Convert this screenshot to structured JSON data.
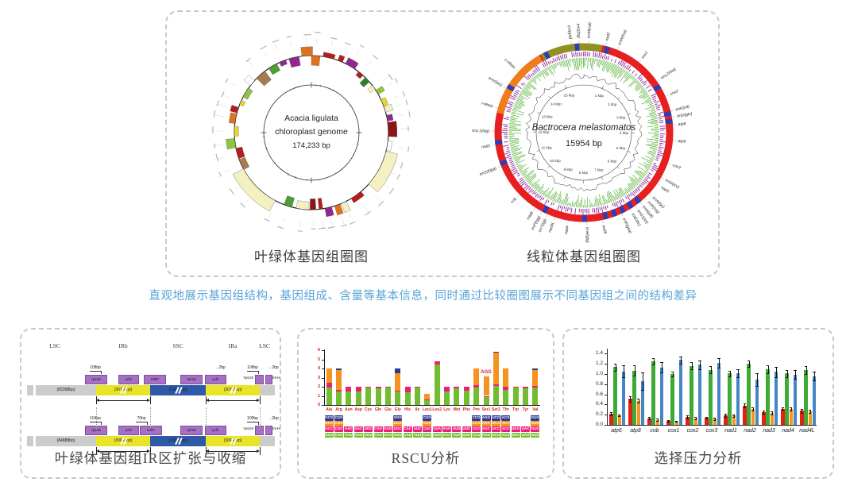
{
  "tagline": "直观地展示基因组结构，基因组成、含量等基本信息，同时通过比较圈图展示不同基因组之间的结构差异",
  "colors": {
    "tagline_blue": "#58a5d8",
    "dashed_border": "#c9c9c9",
    "mito_ring_red": "#e62020",
    "mito_rrna_orange": "#ee7d1a",
    "mito_cr_olive": "#8f9222",
    "mito_trna_blue": "#2f3db2",
    "mito_gc_purple": "#9637a4",
    "mito_gc_green": "#4fae2e",
    "ir_yellow": "#e9e428",
    "ir_blue": "#2d59a7",
    "ir_gray": "#cccccc",
    "ir_purple": "#a671c4"
  },
  "top_panel": {
    "chloroplast": {
      "center_lines": [
        "Acacia ligulata",
        "chloroplast genome",
        "174,233 bp"
      ],
      "caption": "叶绿体基因组圈图"
    },
    "mito": {
      "species": "Bactrocera melastomatos",
      "size": "15954 bp",
      "caption": "线粒体基因组圈图",
      "kbp_unit": "kbp",
      "kbp_count": 15,
      "gene_labels": [
        {
          "t": "trnI(gat)",
          "a": 352
        },
        {
          "t": "trnQ(ttg)",
          "a": 357
        },
        {
          "t": "trnM(cat)",
          "a": 3
        },
        {
          "t": "nad2",
          "a": 14
        },
        {
          "t": "trnW(tca)",
          "a": 22
        },
        {
          "t": "cox1",
          "a": 38
        },
        {
          "t": "trnL2(taa)",
          "a": 55
        },
        {
          "t": "cox2",
          "a": 66
        },
        {
          "t": "trnK(ctt)",
          "a": 76
        },
        {
          "t": "trnD(gtc)",
          "a": 80
        },
        {
          "t": "atp8",
          "a": 85
        },
        {
          "t": "atp6",
          "a": 95
        },
        {
          "t": "cox3",
          "a": 110
        },
        {
          "t": "trnG(tcc)",
          "a": 120
        },
        {
          "t": "nad3",
          "a": 125
        },
        {
          "t": "trnA(tgc)",
          "a": 133
        },
        {
          "t": "trnR(tcg)",
          "a": 137
        },
        {
          "t": "trnN(gtt)",
          "a": 141
        },
        {
          "t": "trnS1(tct)",
          "a": 145
        },
        {
          "t": "trnE(ttc)",
          "a": 149
        },
        {
          "t": "trnF(gaa)",
          "a": 155
        },
        {
          "t": "nad5",
          "a": 168
        },
        {
          "t": "trnH(gtg)",
          "a": 178
        },
        {
          "t": "nad4",
          "a": 190
        },
        {
          "t": "nad4L",
          "a": 199
        },
        {
          "t": "trnT(tgt)",
          "a": 204
        },
        {
          "t": "trnP(tgg)",
          "a": 208
        },
        {
          "t": "nad6",
          "a": 213
        },
        {
          "t": "cob",
          "a": 226
        },
        {
          "t": "trnS2(tga)",
          "a": 248
        },
        {
          "t": "nad1",
          "a": 262
        },
        {
          "t": "trnL1(tag)",
          "a": 271
        },
        {
          "t": "l-rRNA",
          "a": 286
        },
        {
          "t": "trnV(tac)",
          "a": 300
        },
        {
          "t": "s-rRNA",
          "a": 313
        }
      ]
    }
  },
  "ir_panel": {
    "caption": "叶绿体基因组IR区扩张与收缩",
    "headers": [
      {
        "t": "LSC",
        "x": 38
      },
      {
        "t": "IRb",
        "x": 124
      },
      {
        "t": "SSC",
        "x": 193
      },
      {
        "t": "IRa",
        "x": 262
      },
      {
        "t": "LSC",
        "x": 302
      }
    ],
    "rows": [
      {
        "barY": 56,
        "segments": [
          {
            "t": "",
            "c": "gray",
            "x": 3,
            "w": 8
          },
          {
            "t": "(83398bp)",
            "c": "gray",
            "x": 14,
            "w": 76
          },
          {
            "t": "(30766bp)",
            "c": "yellow",
            "x": 90,
            "w": 68
          },
          {
            "t": "(13212bp)",
            "c": "blue",
            "x": 158,
            "w": 70
          },
          {
            "t": "(30766bp)",
            "c": "yellow",
            "x": 228,
            "w": 68
          },
          {
            "t": "",
            "c": "gray",
            "x": 296,
            "w": 19
          }
        ],
        "genes": [
          {
            "t": "rps19",
            "x": 76,
            "w": 26
          },
          {
            "t": "ycf1",
            "x": 118,
            "w": 24
          },
          {
            "t": "ndhF",
            "x": 150,
            "w": 26
          },
          {
            "t": "rps15",
            "x": 196,
            "w": 26
          },
          {
            "t": "ycf1",
            "x": 227,
            "w": 25
          },
          {
            "t": "'rps19",
            "x": 290,
            "w": 9,
            "side": "left"
          },
          {
            "t": "trnH",
            "x": 303,
            "w": 7,
            "side": "right"
          }
        ],
        "notes": [
          {
            "t": "108bp",
            "x": 89
          },
          {
            "t": "2bp",
            "x": 246,
            "arrow": true
          },
          {
            "t": "108bp",
            "x": 287
          },
          {
            "t": "2bp",
            "x": 313,
            "arrow": true
          }
        ],
        "spans": [
          {
            "x1": 90,
            "x2": 158
          },
          {
            "x1": 228,
            "x2": 296
          }
        ]
      },
      {
        "barY": 120,
        "segments": [
          {
            "t": "",
            "c": "gray",
            "x": 3,
            "w": 8
          },
          {
            "t": "(84888bp)",
            "c": "gray",
            "x": 14,
            "w": 76
          },
          {
            "t": "(30684bp)",
            "c": "yellow",
            "x": 90,
            "w": 68
          },
          {
            "t": "(13343bp)",
            "c": "blue",
            "x": 158,
            "w": 70
          },
          {
            "t": "(30684bp)",
            "c": "yellow",
            "x": 228,
            "w": 68
          },
          {
            "t": "",
            "c": "gray",
            "x": 296,
            "w": 19
          }
        ],
        "genes": [
          {
            "t": "rps19",
            "x": 76,
            "w": 26
          },
          {
            "t": "ycf1",
            "x": 118,
            "w": 24
          },
          {
            "t": "ndhF",
            "x": 145,
            "w": 26
          },
          {
            "t": "rps15",
            "x": 196,
            "w": 26
          },
          {
            "t": "ycf1",
            "x": 227,
            "w": 25
          },
          {
            "t": "'rps19",
            "x": 290,
            "w": 9,
            "side": "left"
          },
          {
            "t": "trnH",
            "x": 303,
            "w": 7,
            "side": "right"
          }
        ],
        "notes": [
          {
            "t": "104bp",
            "x": 89
          },
          {
            "t": "70bp",
            "x": 147
          },
          {
            "t": "100bp",
            "x": 287
          },
          {
            "t": "2bp",
            "x": 313,
            "arrow": true
          }
        ],
        "spans": [
          {
            "x1": 90,
            "x2": 158
          },
          {
            "x1": 228,
            "x2": 296
          }
        ]
      }
    ],
    "dash_x": [
      90,
      158,
      228,
      296
    ]
  },
  "chart_data": [
    {
      "type": "bar",
      "stacked": true,
      "title": "RSCU分析",
      "ylim": [
        0,
        6
      ],
      "yticks": [
        0,
        1,
        2,
        3,
        4,
        5,
        6
      ],
      "grid": false,
      "categories": [
        "Ala",
        "Arg",
        "Asn",
        "Asp",
        "Cys",
        "Gln",
        "Glu",
        "Gly",
        "His",
        "Ile",
        "Leu1",
        "Leu2",
        "Lys",
        "Met",
        "Phe",
        "Pro",
        "Ser1",
        "Ser2",
        "Thr",
        "Trp",
        "Tyr",
        "Val"
      ],
      "series": [
        {
          "name": "codon1-green",
          "color": "#72bd2f",
          "values": [
            1.9,
            1.5,
            1.5,
            1.45,
            1.9,
            1.8,
            1.95,
            1.5,
            1.4,
            1.9,
            0.6,
            4.4,
            1.5,
            1.85,
            1.6,
            1.95,
            0.95,
            2.05,
            1.65,
            1.95,
            1.85,
            1.9
          ]
        },
        {
          "name": "codon2-pink",
          "color": "#ed1e79",
          "values": [
            0.55,
            0.15,
            0.5,
            0.55,
            0.1,
            0.2,
            0.05,
            0.05,
            0.6,
            0.1,
            0.05,
            0.35,
            0.5,
            0.15,
            0.4,
            0.25,
            0.05,
            0.2,
            0.35,
            0.05,
            0.15,
            0.15
          ]
        },
        {
          "name": "codon3-orange",
          "color": "#f6921e",
          "values": [
            1.55,
            2.15,
            0,
            0,
            0,
            0,
            0,
            1.95,
            0,
            0,
            0.55,
            0,
            0,
            0,
            0,
            1.8,
            2.1,
            3.45,
            2.0,
            0,
            0,
            1.75
          ]
        },
        {
          "name": "codon4-blue",
          "color": "#2b3a8f",
          "values": [
            0,
            0.2,
            0,
            0,
            0,
            0,
            0,
            0.5,
            0,
            0,
            0,
            0,
            0,
            0,
            0,
            0,
            0,
            0.15,
            0,
            0,
            0,
            0.2
          ]
        }
      ],
      "codon_table": [
        [
          "GCU",
          "GCC",
          "GCA",
          "GCG"
        ],
        [
          "CGU",
          "CGC",
          "CGA",
          "CGG"
        ],
        [
          "AAU",
          "AAC"
        ],
        [
          "GAU",
          "GAC"
        ],
        [
          "UGU",
          "UGC"
        ],
        [
          "CAA",
          "CAG"
        ],
        [
          "GAA",
          "GAG"
        ],
        [
          "GGU",
          "GGC",
          "GGA",
          "GGG"
        ],
        [
          "CAU",
          "CAC"
        ],
        [
          "AUU",
          "AUC"
        ],
        [
          "CUU",
          "CUC",
          "CUA",
          "CUG"
        ],
        [
          "UUG",
          "UUA"
        ],
        [
          "AAA",
          "AAG"
        ],
        [
          "AUA",
          "AUG"
        ],
        [
          "UUU",
          "UUC"
        ],
        [
          "CCU",
          "CCC",
          "CCA",
          "CCG"
        ],
        [
          "AGU",
          "AGC",
          "AGA",
          "AGG"
        ],
        [
          "UCU",
          "UCC",
          "UCA",
          "UCG"
        ],
        [
          "ACU",
          "ACC",
          "ACA",
          "ACG"
        ],
        [
          "UGA",
          "UGG"
        ],
        [
          "UAU",
          "UAC"
        ],
        [
          "GUU",
          "GUC",
          "GUA",
          "GUG"
        ]
      ],
      "annotation": {
        "text": "AGG",
        "category_index": 16,
        "color": "#e02020"
      }
    },
    {
      "type": "bar",
      "grouped": true,
      "title": "选择压力分析",
      "ylim": [
        0,
        1.4
      ],
      "yticks": [
        "0.0",
        "0.2",
        "0.4",
        "0.6",
        "0.8",
        "1.0",
        "1.2",
        "1.4"
      ],
      "grid": false,
      "categories": [
        "atp6",
        "atp8",
        "cob",
        "cox1",
        "cox2",
        "cox3",
        "nad1",
        "nad2",
        "nad3",
        "nad4",
        "nad4L"
      ],
      "series": [
        {
          "name": "red",
          "color": "#e32119",
          "values": [
            0.22,
            0.51,
            0.13,
            0.08,
            0.16,
            0.14,
            0.19,
            0.38,
            0.25,
            0.32,
            0.28
          ],
          "errors": [
            0.03,
            0.05,
            0.02,
            0.02,
            0.03,
            0.02,
            0.03,
            0.04,
            0.03,
            0.03,
            0.04
          ]
        },
        {
          "name": "green",
          "color": "#3daa35",
          "values": [
            1.14,
            1.07,
            1.25,
            1.0,
            1.16,
            1.08,
            1.01,
            1.2,
            1.09,
            1.01,
            1.08
          ],
          "errors": [
            0.07,
            0.1,
            0.07,
            0.05,
            0.07,
            0.07,
            0.06,
            0.06,
            0.08,
            0.07,
            0.08
          ]
        },
        {
          "name": "orange",
          "color": "#f6941c",
          "values": [
            0.19,
            0.47,
            0.1,
            0.07,
            0.13,
            0.12,
            0.18,
            0.31,
            0.23,
            0.31,
            0.26
          ],
          "errors": [
            0.02,
            0.04,
            0.02,
            0.01,
            0.02,
            0.02,
            0.03,
            0.03,
            0.03,
            0.03,
            0.03
          ]
        },
        {
          "name": "blue",
          "color": "#4586c6",
          "values": [
            1.05,
            0.86,
            1.13,
            1.28,
            1.18,
            1.22,
            1.02,
            0.89,
            1.04,
            0.99,
            0.96
          ],
          "errors": [
            0.12,
            0.17,
            0.1,
            0.07,
            0.08,
            0.1,
            0.08,
            0.12,
            0.1,
            0.09,
            0.08
          ]
        }
      ]
    }
  ]
}
